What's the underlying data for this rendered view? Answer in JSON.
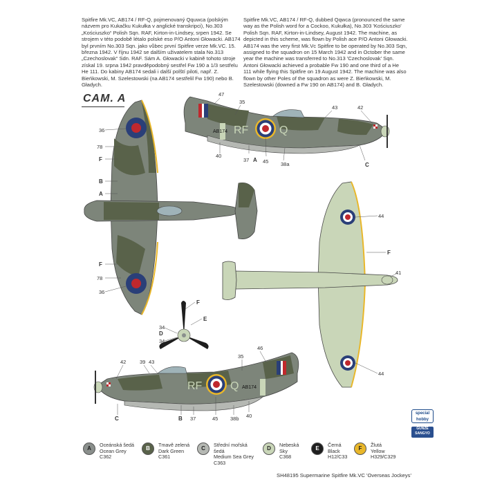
{
  "texts": {
    "czech": "Spitfire Mk.VC, AB174 / RF-Q, pojmenovaný Qquwca (polským názvem pro Kukačku Kukułka v anglické transkripci), No.303 „Kościuszko“ Polish Sqn. RAF, Kirton-in-Lindsey, srpen 1942. Se strojem v této podobě létalo polské eso P/O Antoni Głowacki. AB174 byl prvním No.303 Sqn. jako vůbec první Spitfire verze Mk.VC. 15. března 1942. V říjnu 1942 se dalším uživatelem stala No.313 „Czechoslovak“ Sdn. RAF. Sám A. Głowacki v kabině tohoto stroje získal 19. srpna 1942 pravděpodobný sestřel Fw 190 a 1/3 sestřelu He 111. Do kabiny AB174 sedali i další polští piloti, např. Z. Bieńkowski, M. Szelestowski (na AB174 sestřelil Fw 190) nebo B. Gładych.",
    "english": "Spitfire Mk.VC, AB174 / RF-Q, dubbed Qqwca (pronounced the same way as the Polish word for a Cockoo, Kukułka), No.303 'Kościuszko' Polish Sqn. RAF, Kirton-in-Lindsey, August 1942. The machine, as depicted in this scheme, was flown by Polish ace P/O Antoni Głowacki. AB174 was the very first Mk.Vc Spitfire to be operated by No.303 Sqn, assigned to the squadron on 15 March 1942 and in October the same year the machine was transferred to No.313 'Czechoslovak' Sqn. Antoni Głowacki achieved a probable Fw 190 and one third of a He 111 while flying this Spitfire on 19 August 1942. The machine was also flown by other Poles of the squadron as were Z. Bieńkowski, M. Szelestowski (downed a Fw 190 on AB174) and B. Gładych."
  },
  "camo_label": "CAM. A",
  "aircraft": {
    "serial": "AB174",
    "code_left": "RF",
    "code_right": "Q"
  },
  "callouts": {
    "top_side": [
      "47",
      "35",
      "43",
      "42",
      "40",
      "37",
      "A",
      "45",
      "38a",
      "C"
    ],
    "top_view_left": [
      "36",
      "78",
      "F",
      "B",
      "A",
      "F",
      "78",
      "36"
    ],
    "under_view": [
      "44",
      "F",
      "41",
      "44"
    ],
    "prop": [
      "F",
      "E",
      "34",
      "D",
      "34"
    ],
    "bottom_side": [
      "42",
      "39",
      "43",
      "35",
      "46",
      "C",
      "B",
      "37",
      "45",
      "38b",
      "40"
    ]
  },
  "legend": [
    {
      "letter": "A",
      "lines": [
        "Oceánská šedá",
        "Ocean Grey",
        "C362"
      ],
      "color": "#8a8f8c",
      "text_color": "#222"
    },
    {
      "letter": "B",
      "lines": [
        "Tmavě zelená",
        "Dark Green",
        "C361"
      ],
      "color": "#59624a",
      "text_color": "#fff"
    },
    {
      "letter": "C",
      "lines": [
        "Střední mořská šedá",
        "Medium Sea Grey",
        "C363"
      ],
      "color": "#b5b8b3",
      "text_color": "#222"
    },
    {
      "letter": "D",
      "lines": [
        "Nebeská",
        "Sky",
        "C368"
      ],
      "color": "#c9d6b8",
      "text_color": "#222"
    },
    {
      "letter": "E",
      "lines": [
        "Černá",
        "Black",
        "H12/C33"
      ],
      "color": "#1e1e1e",
      "text_color": "#fff"
    },
    {
      "letter": "F",
      "lines": [
        "Žlutá",
        "Yellow",
        "H329/C329"
      ],
      "color": "#e9b72a",
      "text_color": "#222"
    }
  ],
  "caption": "SH48195 Supermarine Spitfire Mk.VC 'Overseas Jockeys'",
  "logos": {
    "special_hobby": "special hobby",
    "gunze": "GUNZE SANGYO"
  }
}
